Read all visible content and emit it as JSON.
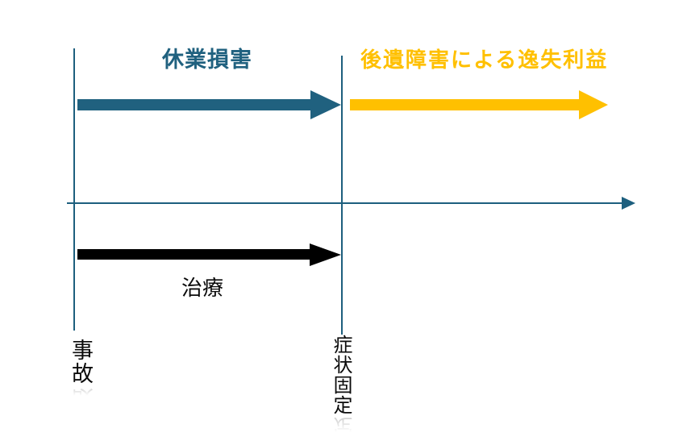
{
  "colors": {
    "background": "#ffffff",
    "teal": "#20617f",
    "gold": "#ffc000",
    "black": "#000000",
    "line": "#1d5f7e"
  },
  "timeline": {
    "axis": {
      "type": "time-axis",
      "direction": "right"
    },
    "events": [
      {
        "id": "accident",
        "label": "事故"
      },
      {
        "id": "symptom_fixation",
        "label": "症状固定"
      }
    ],
    "spans": [
      {
        "id": "lost_work_damages",
        "label": "休業損害",
        "from": "accident",
        "to": "symptom_fixation",
        "color": "#20617f",
        "position": "above-axis"
      },
      {
        "id": "lost_future_profit",
        "label": "後遺障害による逸失利益",
        "from": "symptom_fixation",
        "to": "future",
        "color": "#ffc000",
        "position": "above-axis"
      },
      {
        "id": "treatment",
        "label": "治療",
        "from": "accident",
        "to": "symptom_fixation",
        "color": "#000000",
        "position": "below-axis"
      }
    ]
  }
}
